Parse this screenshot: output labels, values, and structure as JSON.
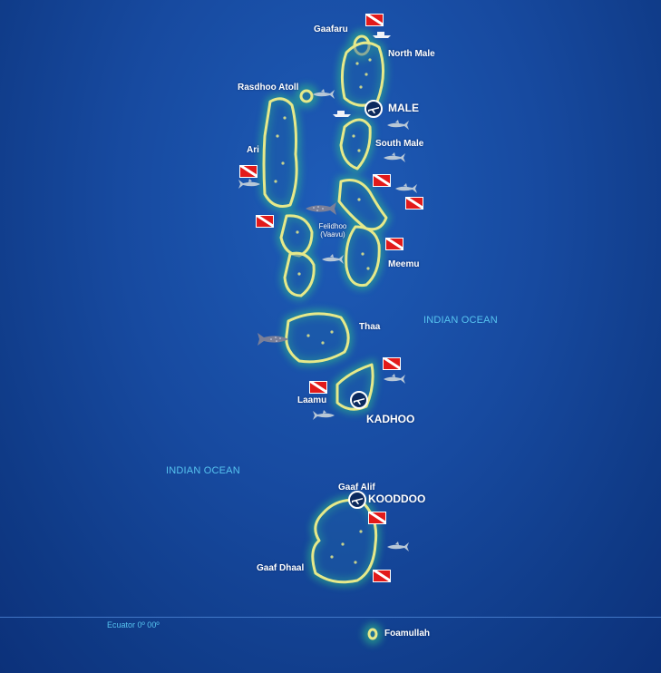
{
  "map": {
    "background_color": "#174aa0",
    "atoll_rim_color": "#e6e98a",
    "atoll_glow_color": "#2fbf8a",
    "ocean_label_color": "#57c4f0"
  },
  "labels": {
    "gaafaru": "Gaafaru",
    "north_male": "North Male",
    "rasdhoo": "Rasdhoo Atoll",
    "male": "MALE",
    "ari": "Ari",
    "south_male": "South Male",
    "felidhoo": "Felidhoo",
    "vaavu": "(Vaavu)",
    "meemu": "Meemu",
    "thaa": "Thaa",
    "laamu": "Laamu",
    "kadhoo": "KADHOO",
    "gaaf_alif": "Gaaf Alif",
    "kooddoo": "KOODDOO",
    "gaaf_dhaal": "Gaaf Dhaal",
    "foamullah": "Foamullah"
  },
  "oceans": {
    "east": "INDIAN OCEAN",
    "west": "INDIAN OCEAN"
  },
  "equator": {
    "label": "Ecuator 0º 00º"
  },
  "icons": {
    "dive_site": "dive-flag-icon",
    "airport": "airplane-icon",
    "shark": "shark-icon",
    "whale_shark": "whale-shark-icon",
    "boat": "boat-icon"
  }
}
